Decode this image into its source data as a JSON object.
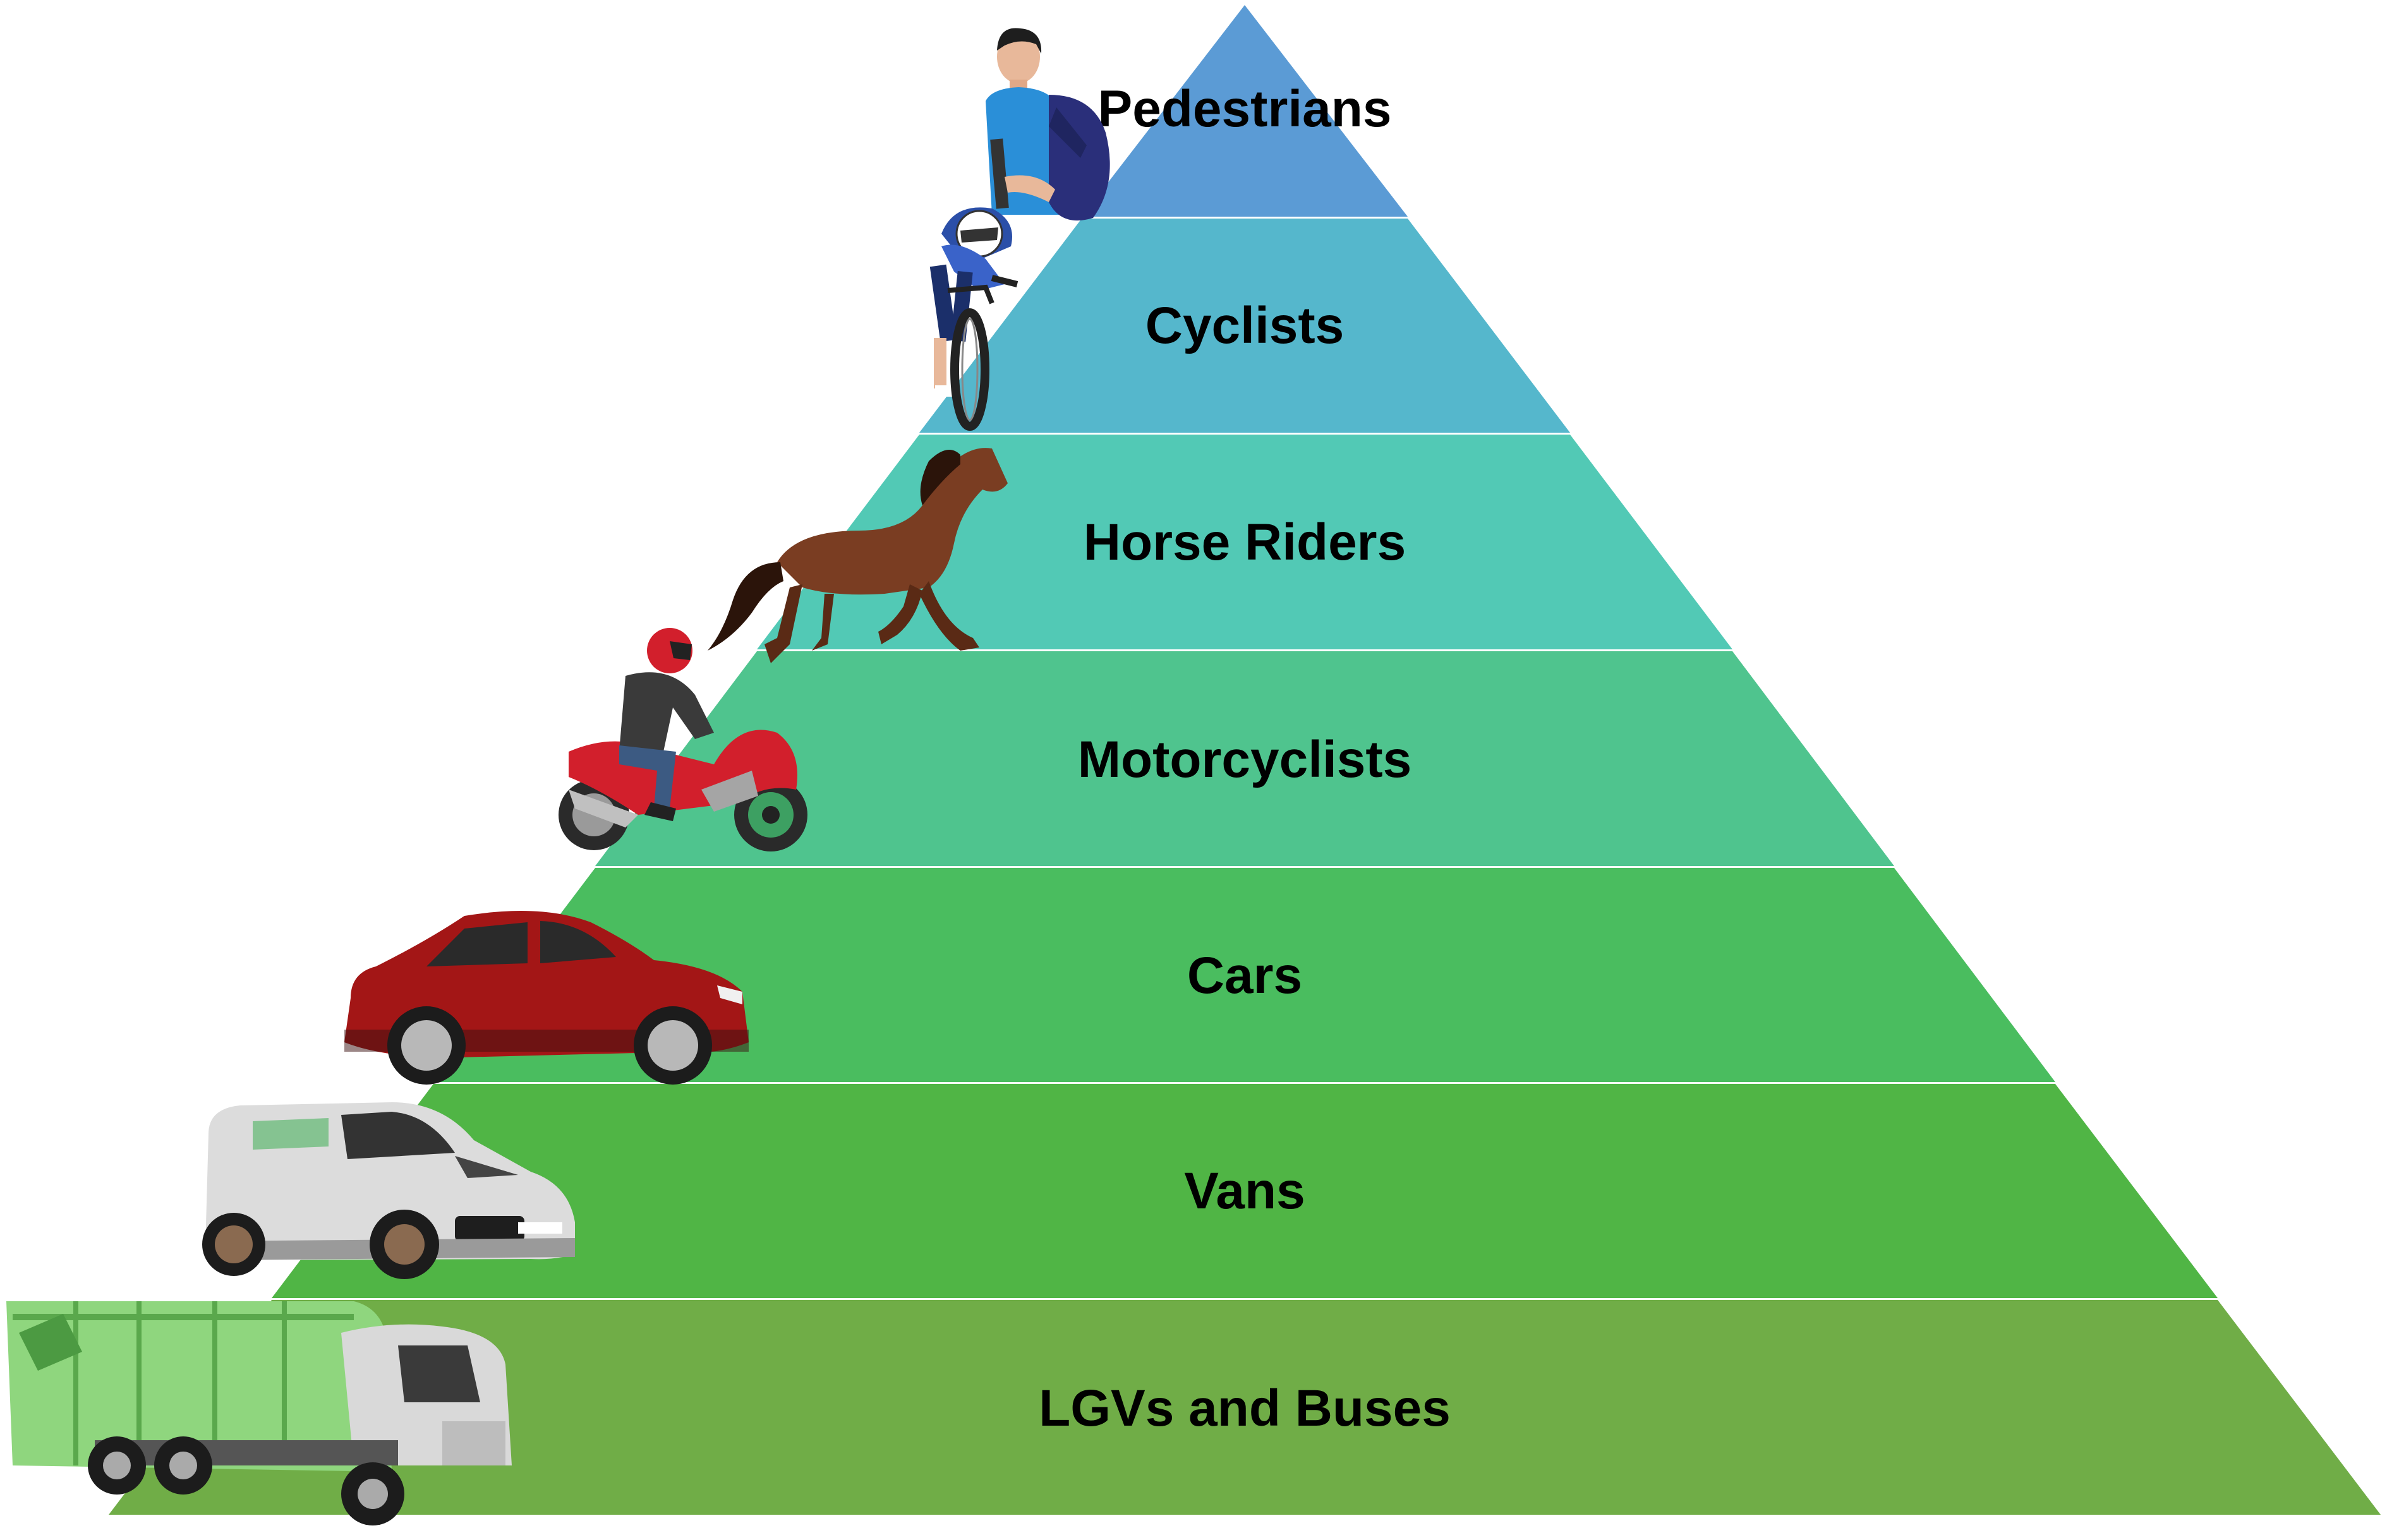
{
  "diagram": {
    "type": "hierarchy-pyramid",
    "tiers": [
      {
        "label": "Pedestrians",
        "color": "#5b9bd5",
        "icon": "pedestrian-icon"
      },
      {
        "label": "Cyclists",
        "color": "#55b7cc",
        "icon": "cyclist-icon"
      },
      {
        "label": "Horse Riders",
        "color": "#52c9b5",
        "icon": "horse-icon"
      },
      {
        "label": "Motorcyclists",
        "color": "#4fc48e",
        "icon": "motorcycle-icon"
      },
      {
        "label": "Cars",
        "color": "#4abd5f",
        "icon": "car-icon"
      },
      {
        "label": "Vans",
        "color": "#50b545",
        "icon": "van-icon"
      },
      {
        "label": "LGVs and Buses",
        "color": "#70ad47",
        "icon": "garbage-truck-icon"
      }
    ]
  }
}
